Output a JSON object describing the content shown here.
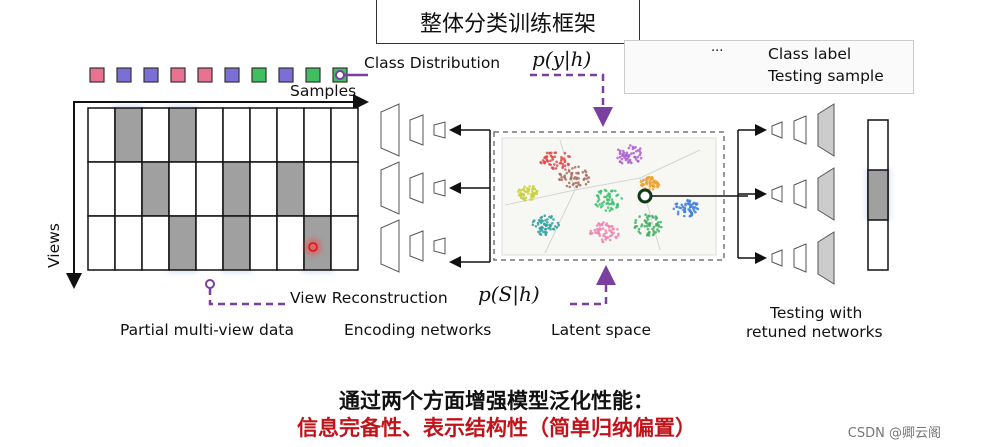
{
  "title": "整体分类训练框架",
  "legend": {
    "ellipsis": "···",
    "class_label": "Class label",
    "testing_sample": "Testing sample"
  },
  "labels": {
    "class_distribution": "Class Distribution",
    "samples": "Samples",
    "views": "Views",
    "view_reconstruction": "View Reconstruction",
    "partial_data": "Partial multi-view data",
    "encoding_networks": "Encoding networks",
    "latent_space": "Latent space",
    "testing_line1": "Testing with",
    "testing_line2": "retuned networks"
  },
  "math": {
    "class_prob": "p(y|h)",
    "view_prob": "p(S|h)"
  },
  "caption": {
    "line1": "通过两个方面增强模型泛化性能：",
    "line2": "信息完备性、表示结构性（简单归纳偏置）"
  },
  "watermark": "CSDN @卿云阁",
  "colors": {
    "purple": "#7b3fa0",
    "pink": "#e8738f",
    "blue": "#7b6fd6",
    "green": "#3fbf5f",
    "caption_line1": "#111111",
    "caption_line2": "#c0141b",
    "missing_cell": "#a0a0a0"
  },
  "class_labels_row": [
    "pink",
    "blue",
    "blue",
    "pink",
    "pink",
    "blue",
    "green",
    "blue",
    "green",
    "green"
  ],
  "view_matrix": [
    [
      0,
      1,
      0,
      1,
      0,
      0,
      0,
      0,
      0,
      0
    ],
    [
      0,
      0,
      1,
      0,
      0,
      1,
      0,
      1,
      0,
      0
    ],
    [
      0,
      0,
      0,
      1,
      0,
      1,
      0,
      0,
      1,
      0
    ]
  ]
}
